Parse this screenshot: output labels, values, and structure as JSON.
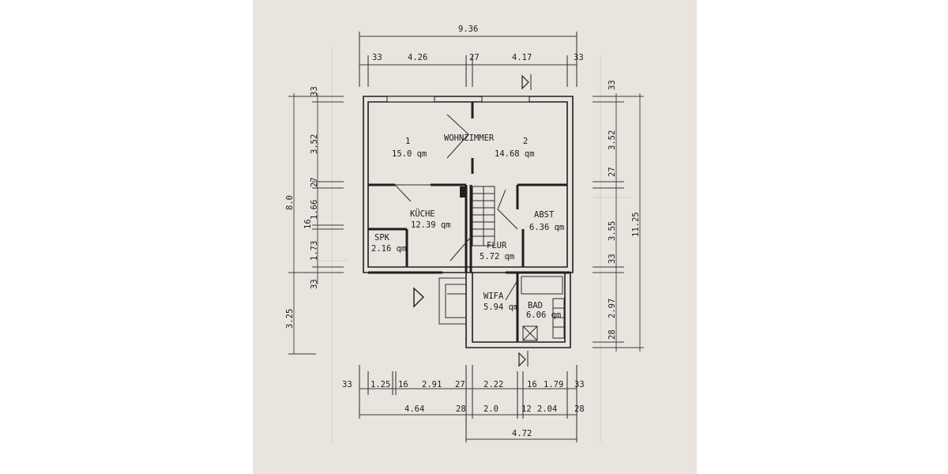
{
  "rooms": {
    "wohnzimmer": {
      "name": "WOHNZIMMER",
      "part1_no": "1",
      "part1_area": "15.0 qm",
      "part2_no": "2",
      "part2_area": "14.68 qm"
    },
    "kueche": {
      "name": "KÜCHE",
      "area": "12.39 qm"
    },
    "abst": {
      "name": "ABST",
      "area": "6.36 qm"
    },
    "spk": {
      "name": "SPK",
      "area": "2.16 qm"
    },
    "flur": {
      "name": "FLUR",
      "area": "5.72 qm"
    },
    "wifa": {
      "name": "WIFA",
      "area": "5.94 qm"
    },
    "bad": {
      "name": "BAD",
      "area": "6.06 qm"
    }
  },
  "dimensions": {
    "top_total": "9.36",
    "top_row": [
      "33",
      "4.26",
      "27",
      "4.17",
      "33"
    ],
    "left_total_upper": "8.0",
    "left_row": [
      "33",
      "3.52",
      "27",
      "1.66",
      "16",
      "1.73",
      "33"
    ],
    "left_lower": "3.25",
    "right_total": "11.25",
    "right_row": [
      "33",
      "3.52",
      "27",
      "3.55",
      "33",
      "2.97",
      "28"
    ],
    "bottom_row1": [
      "33",
      "1.25",
      "16",
      "2.91",
      "27",
      "2.22",
      "16",
      "1.79",
      "33"
    ],
    "bottom_row2": [
      "4.64",
      "28",
      "2.0",
      "12",
      "2.04",
      "28"
    ],
    "bottom_total": "4.72"
  },
  "colors": {
    "paper": "#e9e4de",
    "ink": "#1f1f1f"
  }
}
